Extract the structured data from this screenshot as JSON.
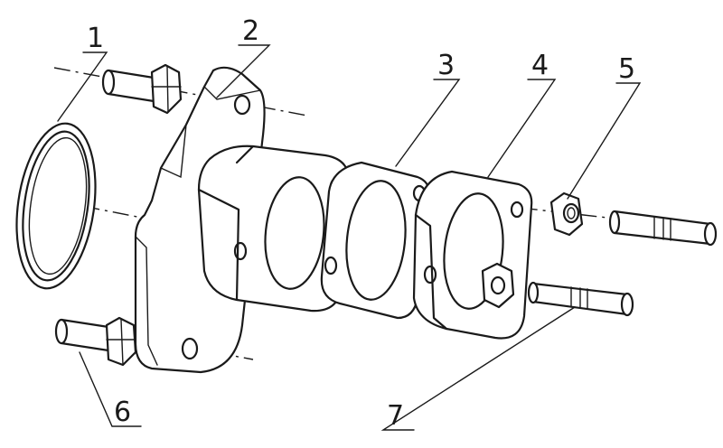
{
  "diagram": {
    "callouts": [
      {
        "id": "1",
        "label": "1"
      },
      {
        "id": "2",
        "label": "2"
      },
      {
        "id": "3",
        "label": "3"
      },
      {
        "id": "4",
        "label": "4"
      },
      {
        "id": "5",
        "label": "5"
      },
      {
        "id": "6",
        "label": "6"
      },
      {
        "id": "7",
        "label": "7"
      }
    ],
    "colors": {
      "ink": "#1a1a1a",
      "paper": "#ffffff"
    }
  }
}
